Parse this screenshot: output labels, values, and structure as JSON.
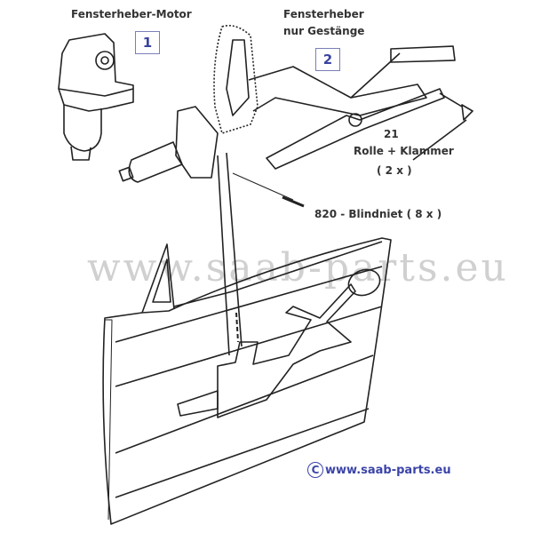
{
  "labels": {
    "motor": "Fensterheber-Motor",
    "motor_box": "1",
    "regulator_line1": "Fensterheber",
    "regulator_line2": "nur Gestänge",
    "regulator_box": "2",
    "roller_number": "21",
    "roller_name": "Rolle + Klammer",
    "roller_qty": "( 2 x )",
    "rivet": "820 - Blindniet  ( 8 x )"
  },
  "watermark": "www.saab-parts.eu",
  "copyright": {
    "symbol": "C",
    "text": "www.saab-parts.eu"
  },
  "colors": {
    "accent": "#3b44a8",
    "line": "#222222",
    "watermark": "#c8c8c8"
  }
}
